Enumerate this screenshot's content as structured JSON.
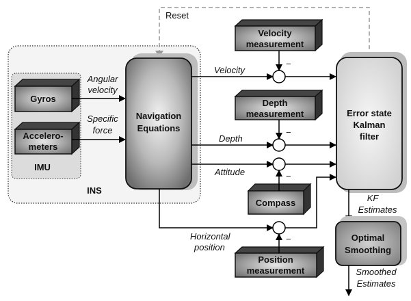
{
  "containers": {
    "ins": "INS",
    "imu": "IMU"
  },
  "blocks": {
    "gyros": "Gyros",
    "accelerometers": [
      "Accelero-",
      "meters"
    ],
    "navigation_equations": [
      "Navigation",
      "Equations"
    ],
    "velocity_measurement": [
      "Velocity",
      "measurement"
    ],
    "depth_measurement": [
      "Depth",
      "measurement"
    ],
    "compass": "Compass",
    "position_measurement": [
      "Position",
      "measurement"
    ],
    "kalman_filter": [
      "Error state",
      "Kalman",
      "filter"
    ],
    "optimal_smoothing": [
      "Optimal",
      "Smoothing"
    ]
  },
  "signals": {
    "angular_velocity": [
      "Angular",
      "velocity"
    ],
    "specific_force": [
      "Specific",
      "force"
    ],
    "velocity": "Velocity",
    "depth": "Depth",
    "attitude": "Attitude",
    "horizontal_position": [
      "Horizontal",
      "position"
    ],
    "kf_estimates": [
      "KF",
      "Estimates"
    ],
    "smoothed_estimates": [
      "Smoothed",
      "Estimates"
    ],
    "reset": "Reset"
  },
  "operators": {
    "minus": "−"
  }
}
